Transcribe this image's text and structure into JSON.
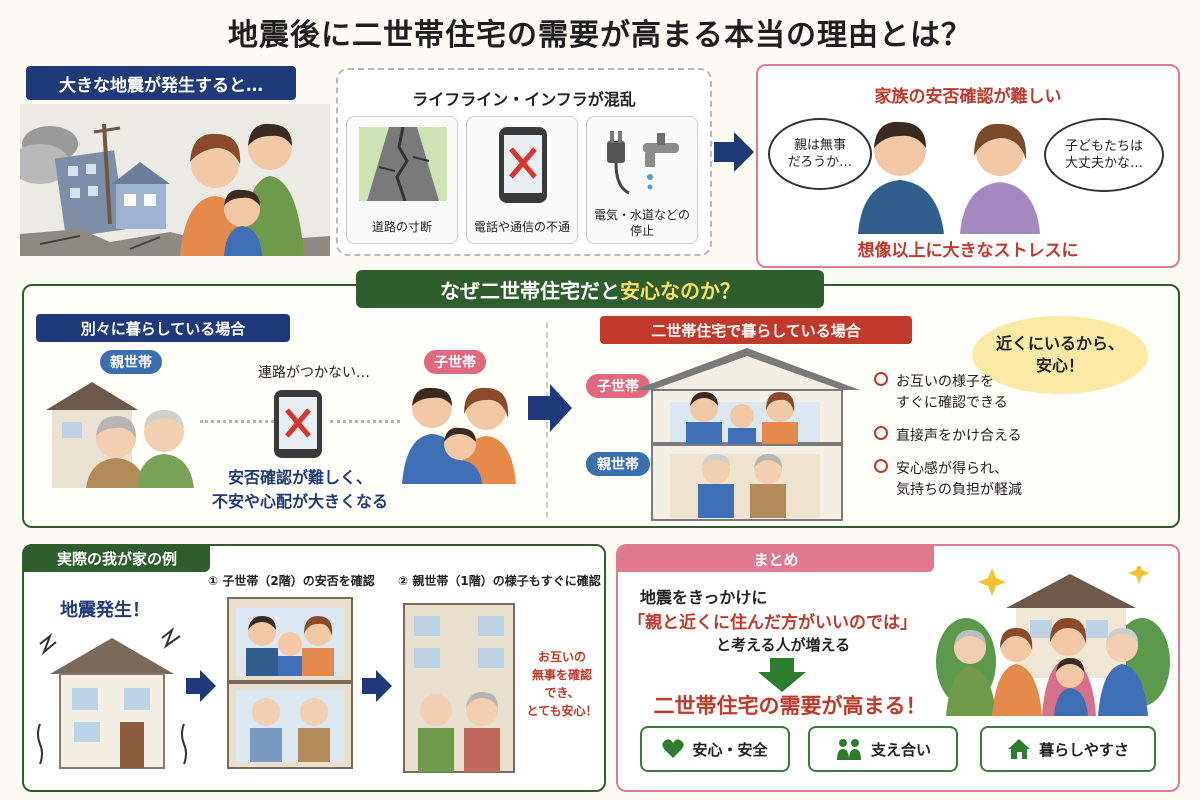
{
  "title": "地震後に二世帯住宅の需要が高まる本当の理由とは？",
  "section1": {
    "label": "大きな地震が発生すると…",
    "lifeline_title": "ライフライン・インフラが混乱",
    "cards": [
      {
        "label": "道路の寸断",
        "icon": "cracked-road-icon"
      },
      {
        "label": "電話や通信の不通",
        "icon": "phone-x-icon"
      },
      {
        "label": "電気・水道などの\n停止",
        "icon": "plug-faucet-icon"
      }
    ],
    "safety_title": "家族の安否確認が難しい",
    "bubble_left": "親は無事\nだろうか…",
    "bubble_right": "子どもたちは\n大丈夫かな…",
    "stress": "想像以上に大きなストレスに"
  },
  "section2": {
    "banner": "なぜ二世帯住宅だと",
    "banner_highlight": "安心なのか？",
    "left_label": "別々に暮らしている場合",
    "parent_tag": "親世帯",
    "child_tag": "子世帯",
    "no_contact": "連路がつかない…",
    "left_caption": "安否確認が難しく、\n不安や心配が大きくなる",
    "right_label": "二世帯住宅で暮らしている場合",
    "house_child_tag": "子世帯",
    "house_parent_tag": "親世帯",
    "relief_bubble": "近くにいるから、\n安心！",
    "points": [
      "お互いの様子を\nすぐに確認できる",
      "直接声をかけ合える",
      "安心感が得られ、\n気持ちの負担が軽減"
    ]
  },
  "section3": {
    "label": "実際の我が家の例",
    "quake": "地震発生！",
    "step1": "① 子世帯（2階）の安否を確認",
    "step2": "② 親世帯（1階）の様子もすぐに確認",
    "note": "お互いの\n無事を確認\nでき、\nとても安心！"
  },
  "section4": {
    "label": "まとめ",
    "line1": "地震をきっかけに",
    "line2": "「親と近くに住んだ方がいいのでは」",
    "line3": "と考える人が増える",
    "conclusion": "二世帯住宅の需要が高まる！",
    "tags": [
      {
        "label": "安心・安全",
        "icon": "heart-icon"
      },
      {
        "label": "支え合い",
        "icon": "hands-people-icon"
      },
      {
        "label": "暮らしやすさ",
        "icon": "house-icon"
      }
    ]
  },
  "colors": {
    "navy": "#1f3a78",
    "green": "#2e5e2e",
    "red": "#c0392b",
    "pink": "#e07a90"
  }
}
